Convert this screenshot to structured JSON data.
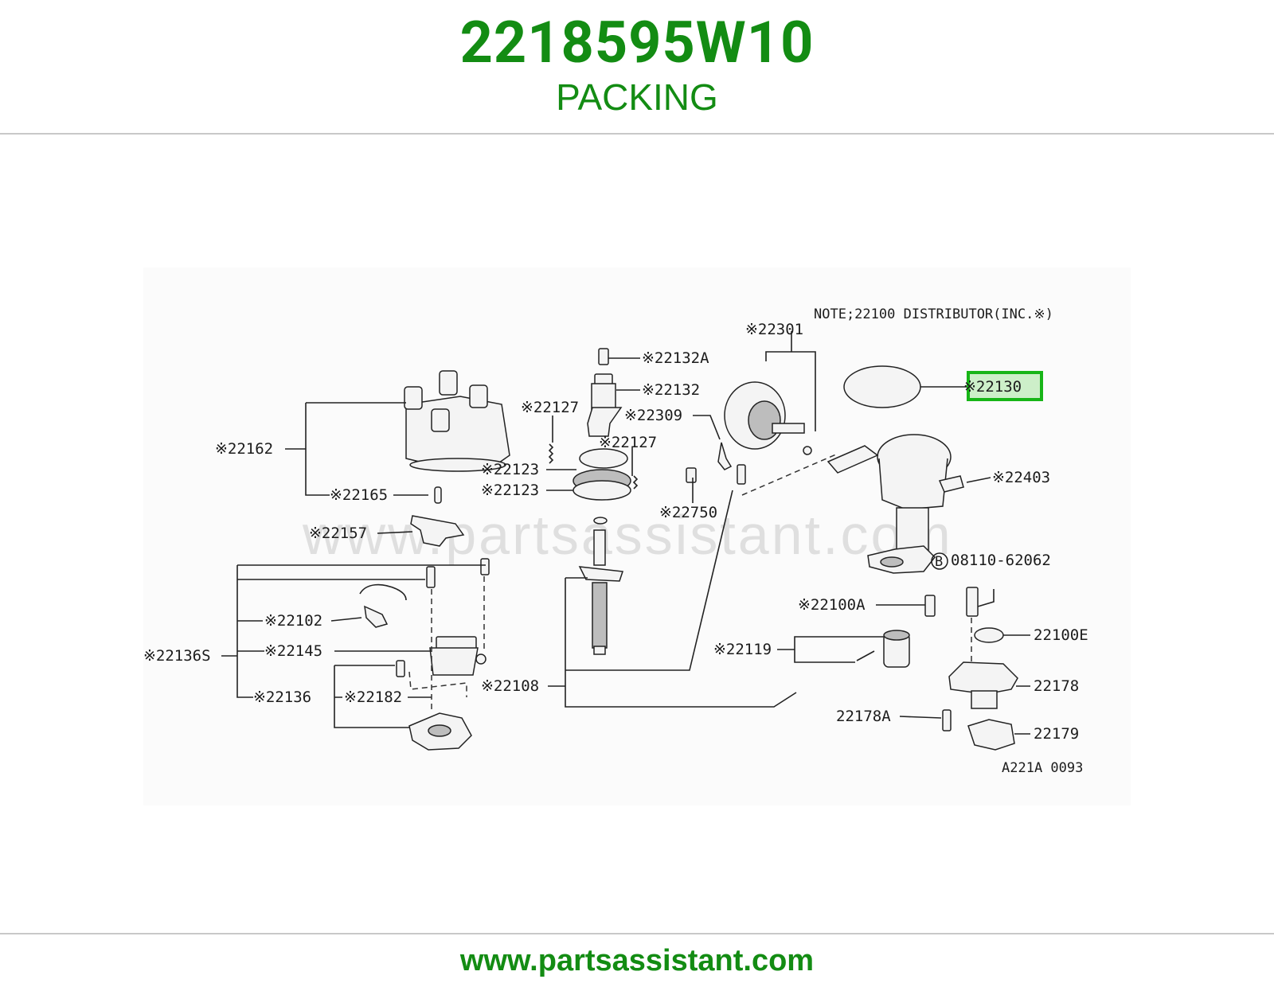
{
  "header": {
    "part_number": "2218595W10",
    "part_name": "PACKING"
  },
  "diagram": {
    "note": "NOTE;22100 DISTRIBUTOR(INC.※)",
    "watermark": "www.partsassistant.com",
    "figure_code": "A221A 0093",
    "highlighted_callout": "※22130",
    "callouts": {
      "c22301": "※22301",
      "c22132A": "※22132A",
      "c22132": "※22132",
      "c22127a": "※22127",
      "c22309": "※22309",
      "c22127b": "※22127",
      "c22162": "※22162",
      "c22123a": "※22123",
      "c22123b": "※22123",
      "c22403": "※22403",
      "c22165": "※22165",
      "c22750": "※22750",
      "c22157": "※22157",
      "c08110": "08110-62062",
      "c08110_prefix": "B",
      "c22100A": "※22100A",
      "c22102": "※22102",
      "c22100E": "22100E",
      "c22145": "※22145",
      "c22119": "※22119",
      "c22136S": "※22136S",
      "c22178": "22178",
      "c22108": "※22108",
      "c22136": "※22136",
      "c22182": "※22182",
      "c22178A": "22178A",
      "c22179": "22179"
    }
  },
  "footer": {
    "link_text": "www.partsassistant.com"
  }
}
